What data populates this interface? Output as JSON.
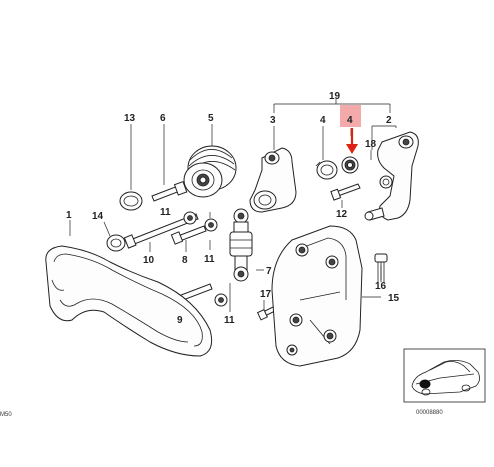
{
  "callouts": {
    "c1": "1",
    "c2": "2",
    "c3": "3",
    "c4a": "4",
    "c4b": "4",
    "c5": "5",
    "c6": "6",
    "c7": "7",
    "c8": "8",
    "c9": "9",
    "c10": "10",
    "c11a": "11",
    "c11b": "11",
    "c11c": "11",
    "c12": "12",
    "c13": "13",
    "c14": "14",
    "c15": "15",
    "c16": "16",
    "c17": "17",
    "c18": "18",
    "c19": "19"
  },
  "highlight": {
    "label": "4",
    "color": "#f4aaaa",
    "arrow_color": "#e02010"
  },
  "inset": {
    "ref_number": "00008880"
  },
  "margin_text": "M50"
}
